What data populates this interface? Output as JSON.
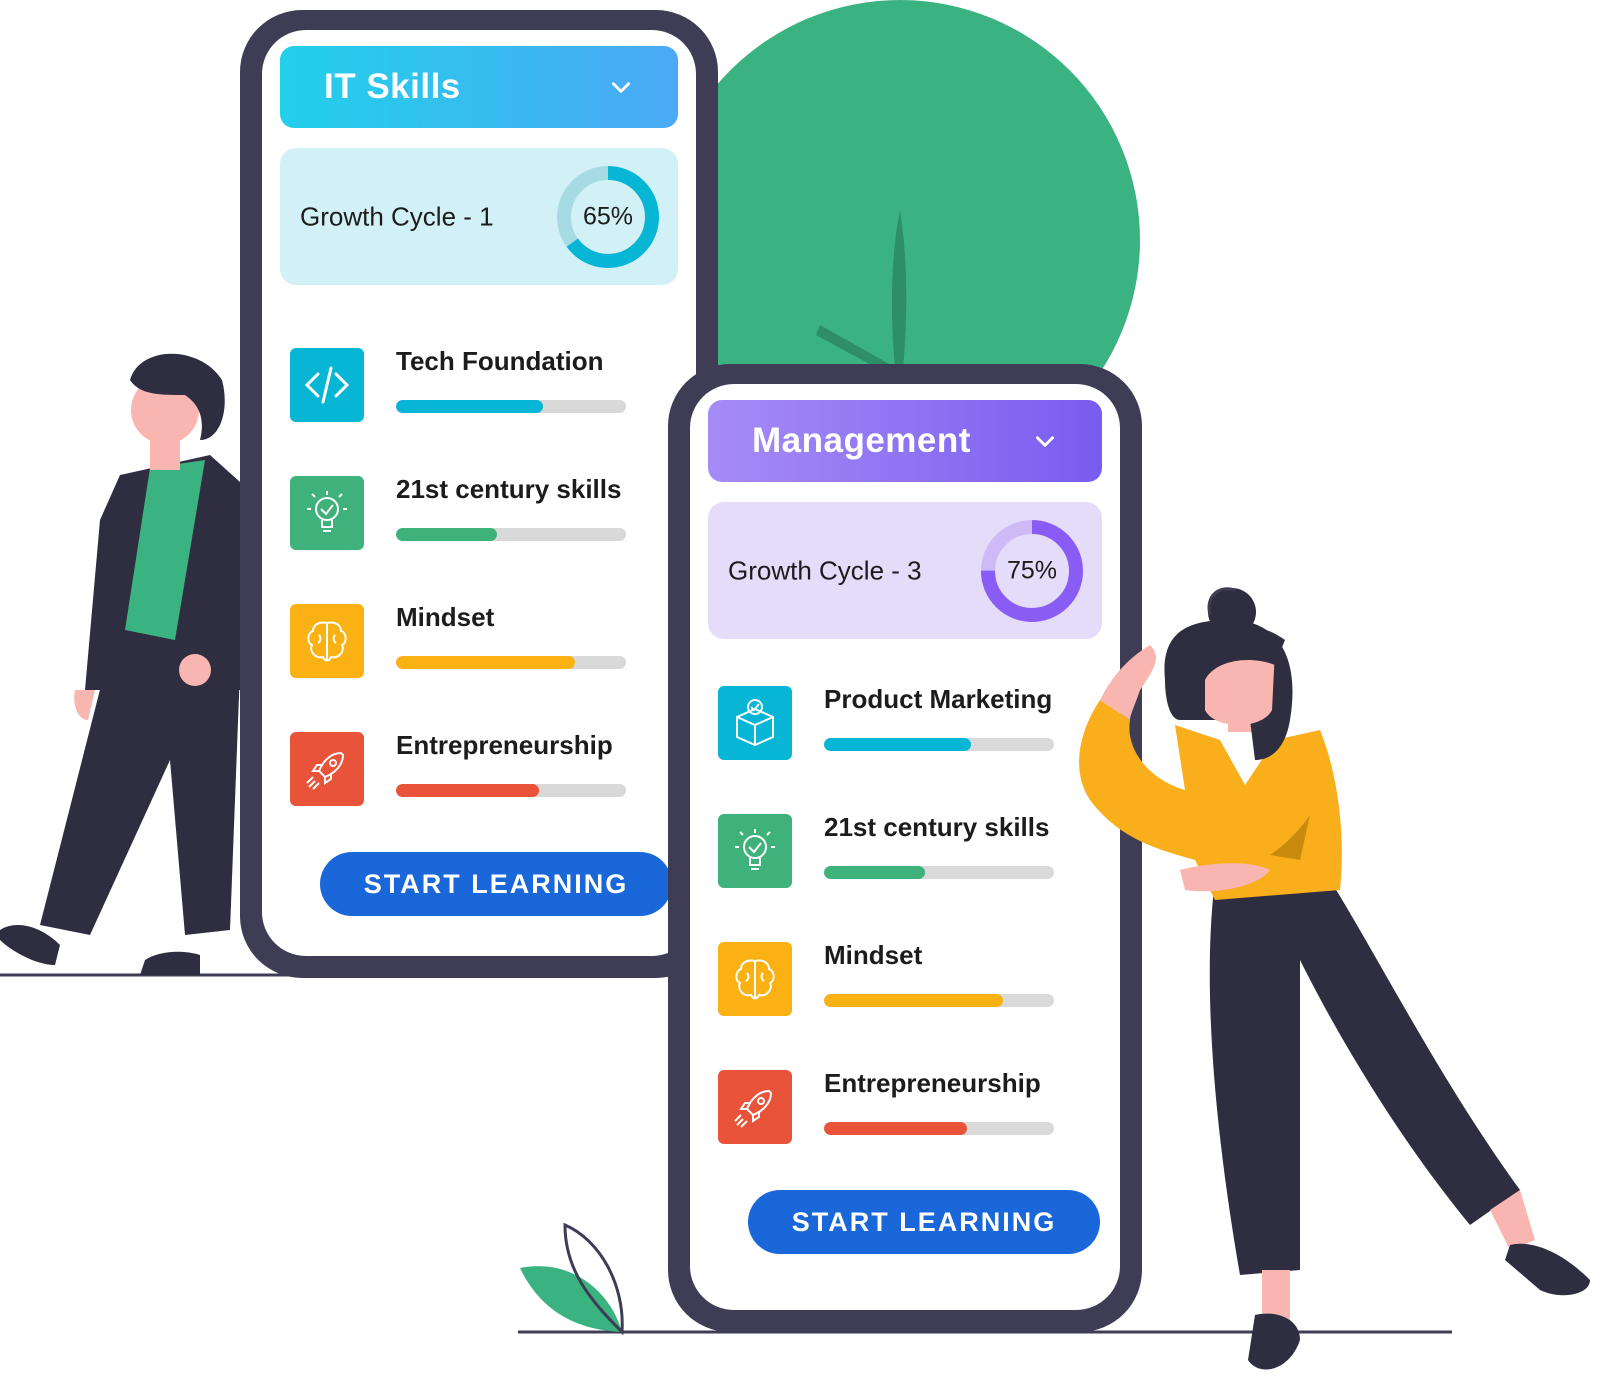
{
  "colors": {
    "phone_frame": "#3f3d56",
    "accent_green": "#3bb380",
    "button_blue": "#1967d9",
    "it_header_gradient": [
      "#22d0ea",
      "#4ba9f5"
    ],
    "mgmt_header_gradient": [
      "#a58cf7",
      "#7a5cef"
    ],
    "it_growth_bg": "#d2f1f7",
    "mgmt_growth_bg": "#e5dcfa",
    "cyan": "#06b6d4",
    "green": "#3fb17a",
    "amber": "#fab113",
    "red": "#e8533a",
    "purple": "#8a5cf6",
    "woman_shirt": "#f9ae1c",
    "skin": "#f9b6b0"
  },
  "phones": [
    {
      "header": {
        "title": "IT Skills",
        "dropdown_icon": "chevron-down-icon"
      },
      "growth": {
        "label": "Growth Cycle - 1",
        "percent_text": "65%",
        "progress": 0.65,
        "ring_color": "#06b6d4",
        "ring_track": "#a6dbe3"
      },
      "skills": [
        {
          "name": "Tech Foundation",
          "icon": "code-icon",
          "color": "#06b6d4",
          "progress": 0.64
        },
        {
          "name": "21st century skills",
          "icon": "lightbulb-icon",
          "color": "#3fb17a",
          "progress": 0.44
        },
        {
          "name": "Mindset",
          "icon": "brain-icon",
          "color": "#fab113",
          "progress": 0.78
        },
        {
          "name": "Entrepreneurship",
          "icon": "rocket-icon",
          "color": "#e8533a",
          "progress": 0.62
        }
      ],
      "cta": "START LEARNING"
    },
    {
      "header": {
        "title": "Management",
        "dropdown_icon": "chevron-down-icon"
      },
      "growth": {
        "label": "Growth Cycle - 3",
        "percent_text": "75%",
        "progress": 0.75,
        "ring_color": "#8a5cf6",
        "ring_track": "#cdbaf7"
      },
      "skills": [
        {
          "name": "Product Marketing",
          "icon": "package-icon",
          "color": "#06b6d4",
          "progress": 0.64
        },
        {
          "name": "21st century skills",
          "icon": "lightbulb-icon",
          "color": "#3fb17a",
          "progress": 0.44
        },
        {
          "name": "Mindset",
          "icon": "brain-icon",
          "color": "#fab113",
          "progress": 0.78
        },
        {
          "name": "Entrepreneurship",
          "icon": "rocket-icon",
          "color": "#e8533a",
          "progress": 0.62
        }
      ],
      "cta": "START LEARNING"
    }
  ]
}
